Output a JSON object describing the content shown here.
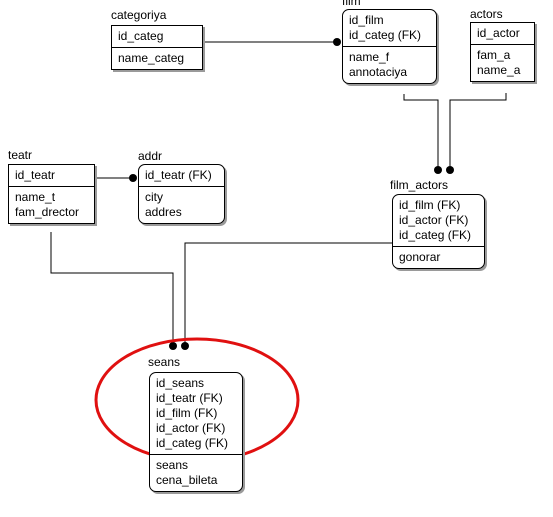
{
  "entities": {
    "categoriya": {
      "name": "categoriya",
      "keys": [
        "id_categ"
      ],
      "attrs": [
        "name_categ"
      ]
    },
    "film": {
      "name": "film",
      "keys": [
        "id_film",
        "id_categ (FK)"
      ],
      "attrs": [
        "name_f",
        "annotaciya"
      ]
    },
    "actors": {
      "name": "actors",
      "keys": [
        "id_actor"
      ],
      "attrs": [
        "fam_a",
        "name_a"
      ]
    },
    "teatr": {
      "name": "teatr",
      "keys": [
        "id_teatr"
      ],
      "attrs": [
        "name_t",
        "fam_drector"
      ]
    },
    "addr": {
      "name": "addr",
      "keys": [
        "id_teatr (FK)"
      ],
      "attrs": [
        "city",
        "addres"
      ]
    },
    "film_actors": {
      "name": "film_actors",
      "keys": [
        "id_film (FK)",
        "id_actor (FK)",
        "id_categ (FK)"
      ],
      "attrs": [
        "gonorar"
      ]
    },
    "seans": {
      "name": "seans",
      "keys": [
        "id_seans",
        "id_teatr (FK)",
        "id_film (FK)",
        "id_actor (FK)",
        "id_categ (FK)"
      ],
      "attrs": [
        "seans",
        "cena_bileta"
      ]
    }
  },
  "colors": {
    "highlight": "#e01010",
    "line": "#000000",
    "shadow": "#9a9a9a"
  }
}
